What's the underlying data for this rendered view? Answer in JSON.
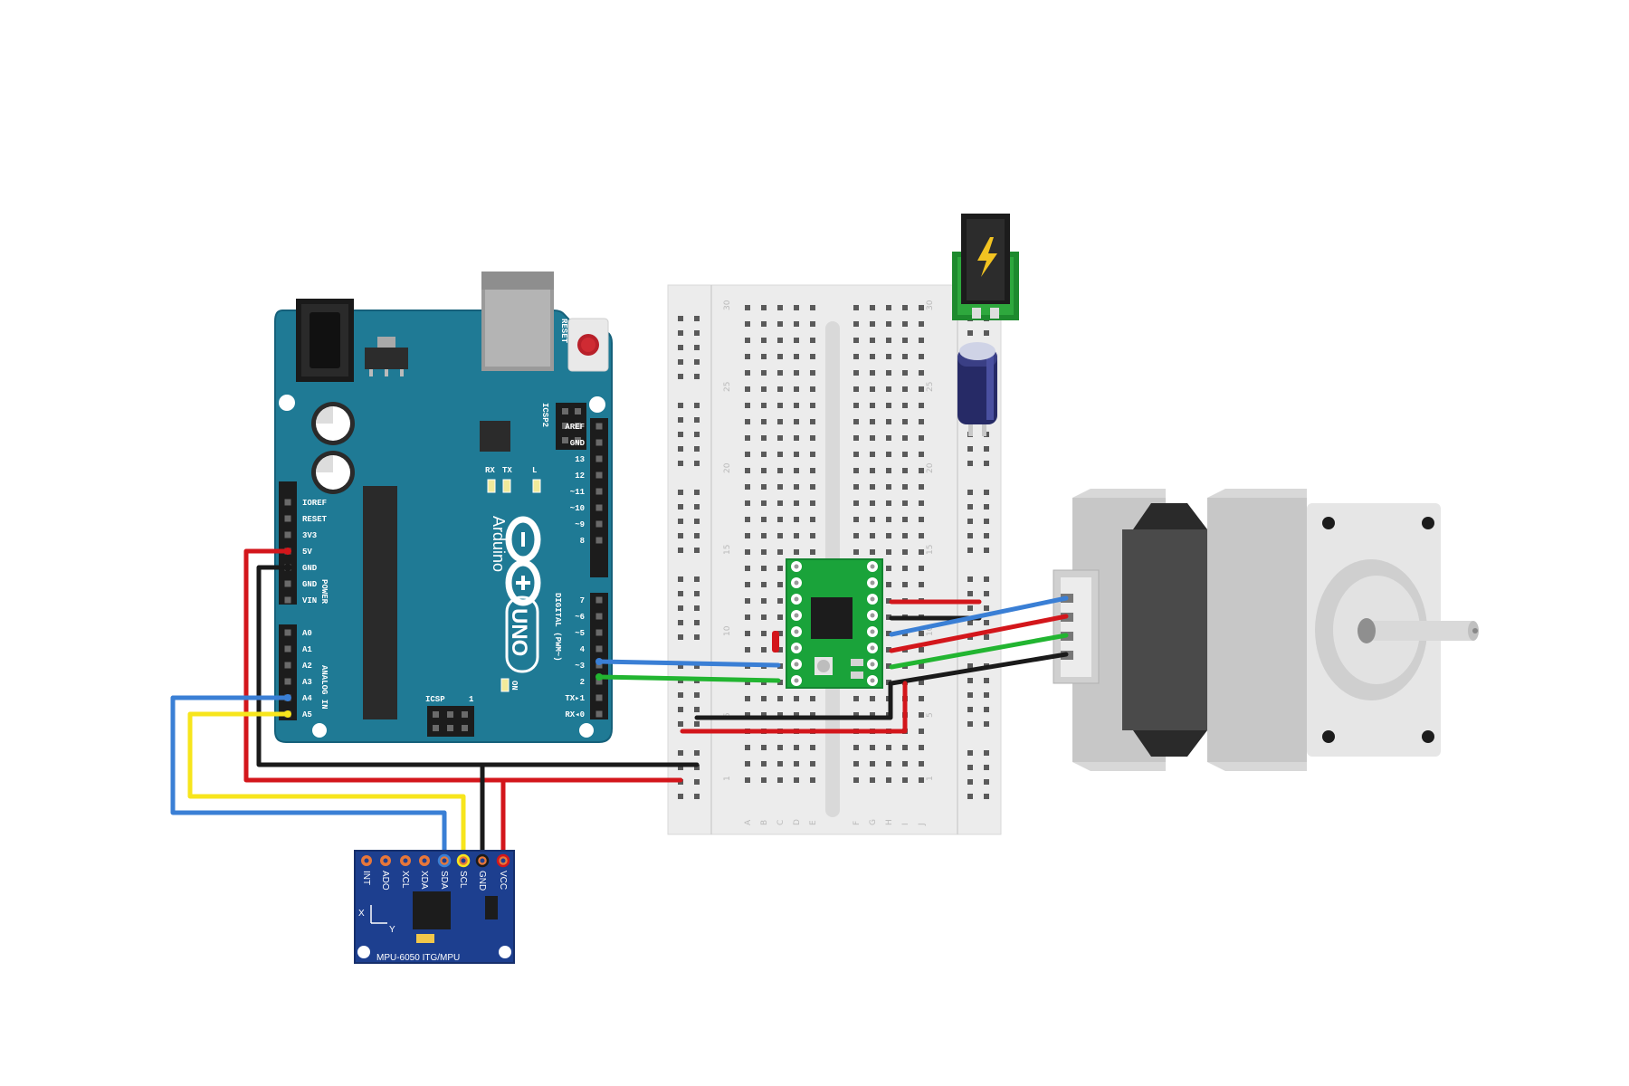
{
  "arduino": {
    "brand": "Arduino",
    "model": "UNO",
    "reset_label": "RESET",
    "icsp2_label": "ICSP2",
    "icsp_label": "ICSP",
    "icsp_pin1": "1",
    "on_label": "ON",
    "rx_label": "RX",
    "tx_label": "TX",
    "l_label": "L",
    "power_header_label": "POWER",
    "analog_header_label": "ANALOG IN",
    "digital_header_label": "DIGITAL (PWM~)",
    "power_pins": [
      "IOREF",
      "RESET",
      "3V3",
      "5V",
      "GND",
      "GND",
      "VIN"
    ],
    "analog_pins": [
      "A0",
      "A1",
      "A2",
      "A3",
      "A4",
      "A5"
    ],
    "digital_pins_top": [
      "AREF",
      "GND",
      "13",
      "12",
      "~11",
      "~10",
      "~9",
      "8"
    ],
    "digital_pins_bottom": [
      "7",
      "~6",
      "~5",
      "4",
      "~3",
      "2",
      "TX▸1",
      "RX◂0"
    ]
  },
  "breadboard": {
    "row_numbers": [
      "30",
      "25",
      "20",
      "15",
      "10",
      "5",
      "1"
    ],
    "column_letters_left": [
      "A",
      "B",
      "C",
      "D",
      "E"
    ],
    "column_letters_right": [
      "F",
      "G",
      "H",
      "I",
      "J"
    ]
  },
  "mpu6050": {
    "pins": [
      "INT",
      "ADO",
      "XCL",
      "XDA",
      "SDA",
      "SCL",
      "GND",
      "VCC"
    ],
    "label": "MPU-6050 ITG/MPU",
    "axis_x": "X",
    "axis_y": "Y"
  },
  "colors": {
    "arduino_board": "#1f7a95",
    "mpu_board": "#1d3f8f",
    "driver_board": "#1aa33a",
    "wire_red": "#d3161b",
    "wire_black": "#1a1a1a",
    "wire_blue": "#3a7fd5",
    "wire_green": "#22b531",
    "wire_yellow": "#f7e51c",
    "breadboard": "#ececec"
  },
  "icons": {
    "power_jack": "lightning-bolt-icon",
    "capacitor": "electrolytic-capacitor",
    "stepper_motor": "nema17-stepper-motor"
  }
}
